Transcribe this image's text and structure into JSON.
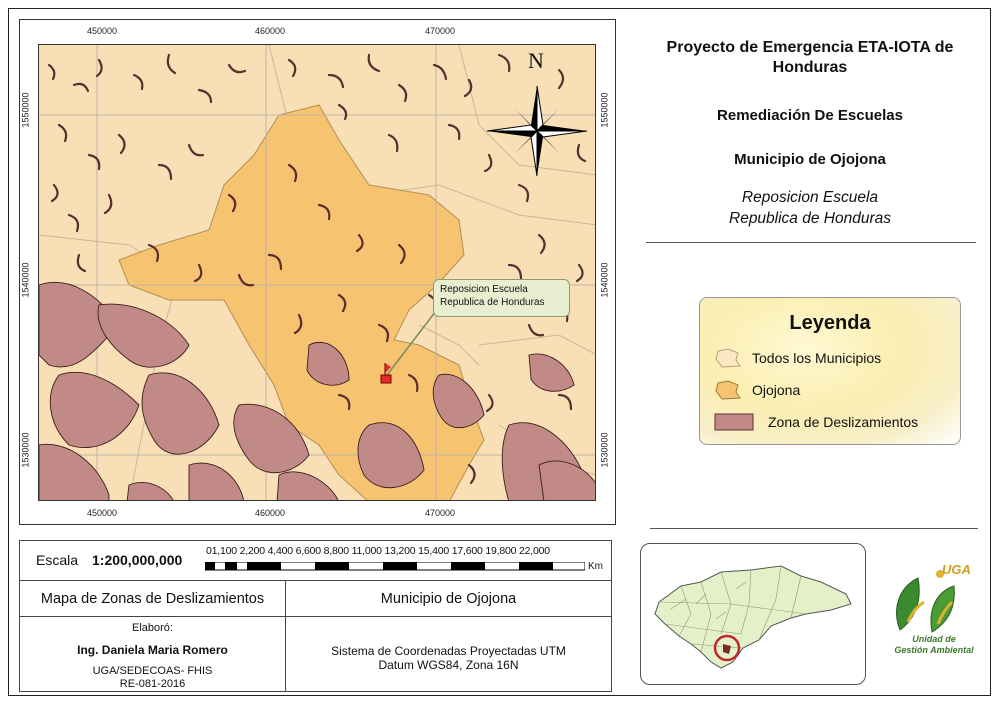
{
  "map": {
    "x_ticks": [
      "450000",
      "460000",
      "470000"
    ],
    "y_ticks": [
      "1550000",
      "1540000",
      "1530000"
    ],
    "north_label": "N",
    "callout": "Reposicion Escuela\nRepublica de Honduras",
    "colors": {
      "background": "#f9dfb6",
      "ojojona": "#f7c778",
      "landslide": "#c28a86",
      "callout_bg": "#e8efd0"
    }
  },
  "header": {
    "title": "Proyecto de Emergencia ETA-IOTA de Honduras",
    "subtitle1": "Remediación De Escuelas",
    "subtitle2": "Municipio de Ojojona",
    "italic_line1": "Reposicion Escuela",
    "italic_line2": "Republica de Honduras"
  },
  "legend": {
    "title": "Leyenda",
    "items": [
      {
        "label": "Todos los Municipios",
        "color": "#fbe7c4"
      },
      {
        "label": "Ojojona",
        "color": "#f6c370"
      },
      {
        "label": "Zona de Deslizamientos",
        "color": "#c28a86"
      }
    ]
  },
  "scale": {
    "prefix": "Escala",
    "value": "1:200,000,000",
    "labels": "01,100 2,200 4,400 6,600 8,800 11,000 13,200 15,400 17,600 19,800 22,000",
    "unit": "Km"
  },
  "info": {
    "map_name": "Mapa de Zonas de Deslizamientos",
    "municipality": "Municipio de Ojojona",
    "elaborated_label": "Elaboró:",
    "author": "Ing. Daniela Maria Romero",
    "org": "UGA/SEDECOAS- FHIS",
    "code": "RE-081-2016",
    "crs_line1": "Sistema de Coordenadas Proyectadas UTM",
    "crs_line2": "Datum WGS84, Zona 16N"
  },
  "logo": {
    "acronym": "UGA",
    "name_line1": "Unidad de",
    "name_line2": "Gestión Ambiental"
  }
}
